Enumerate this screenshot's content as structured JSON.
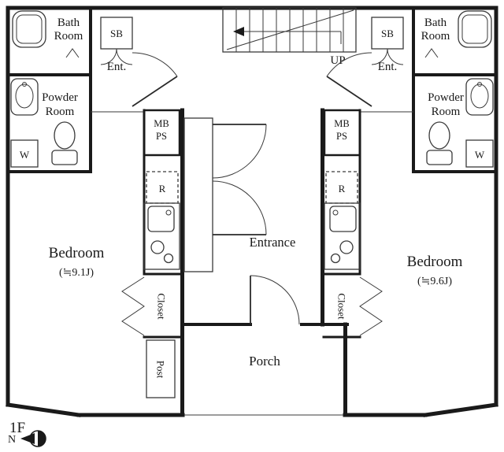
{
  "floor_plan": {
    "floor_label": "1F",
    "compass_label": "N",
    "stairs": {
      "direction_label": "UP"
    },
    "common_areas": {
      "entrance": "Entrance",
      "porch": "Porch"
    },
    "unit_left": {
      "bath_room_line1": "Bath",
      "bath_room_line2": "Room",
      "powder_room_line1": "Powder",
      "powder_room_line2": "Room",
      "shoe_box_label": "SB",
      "entry_label": "Ent.",
      "meter_box_label": "MB",
      "pipe_space_label": "PS",
      "refrigerator_label": "R",
      "washer_label": "W",
      "bedroom_label": "Bedroom",
      "bedroom_size": "(≒9.1J)",
      "closet_label": "Closet",
      "post_label": "Post"
    },
    "unit_right": {
      "bath_room_line1": "Bath",
      "bath_room_line2": "Room",
      "powder_room_line1": "Powder",
      "powder_room_line2": "Room",
      "shoe_box_label": "SB",
      "entry_label": "Ent.",
      "meter_box_label": "MB",
      "pipe_space_label": "PS",
      "refrigerator_label": "R",
      "washer_label": "W",
      "bedroom_label": "Bedroom",
      "bedroom_size": "(≒9.6J)",
      "closet_label": "Closet"
    },
    "icons": {
      "bathtub": "bathtub-icon",
      "vanity_sink": "sink-icon",
      "toilet": "toilet-icon",
      "kitchen_sink": "kitchen-sink-icon",
      "stove": "stove-burners-icon",
      "stairs": "stairs-icon",
      "compass": "compass-north-icon"
    },
    "colors": {
      "wall": "#1a1a1a",
      "thin_line": "#3a3a3a",
      "text": "#1a1a1a",
      "background": "#ffffff"
    }
  }
}
